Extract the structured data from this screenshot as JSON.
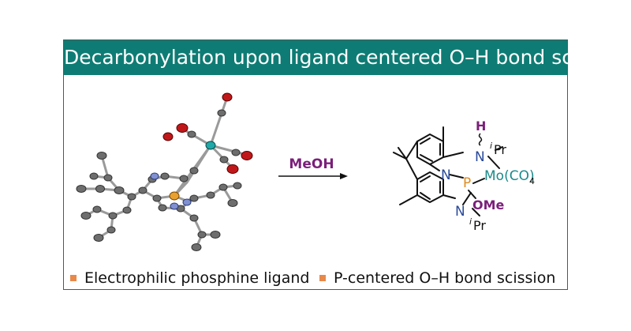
{
  "title": "Decarbonylation upon ligand centered O–H bond scission",
  "reagent": "MeOH",
  "product": {
    "H_label": "H",
    "N_top": "N",
    "iPr_top_sup": "i",
    "iPr_top": "Pr",
    "N_left": "N",
    "P_label": "P",
    "metal": "Mo(CO)",
    "metal_sub": "4",
    "OMe": "OMe",
    "N_bottom": "N",
    "iPr_bottom_sup": "i",
    "iPr_bottom": "Pr"
  },
  "bullets": [
    {
      "text": "Electrophilic phosphine ligand"
    },
    {
      "text": "P-centered O–H bond scission"
    }
  ],
  "colors": {
    "title_bg": "#0e7c74",
    "bullet": "#e8894a",
    "reagent": "#7b1f7a",
    "nitrogen": "#2a4a9a",
    "phosphorus": "#e08a1e",
    "metal": "#1a8a8a",
    "oxygen_atoms": "#c0181a",
    "carbon_atoms": "#555555"
  }
}
